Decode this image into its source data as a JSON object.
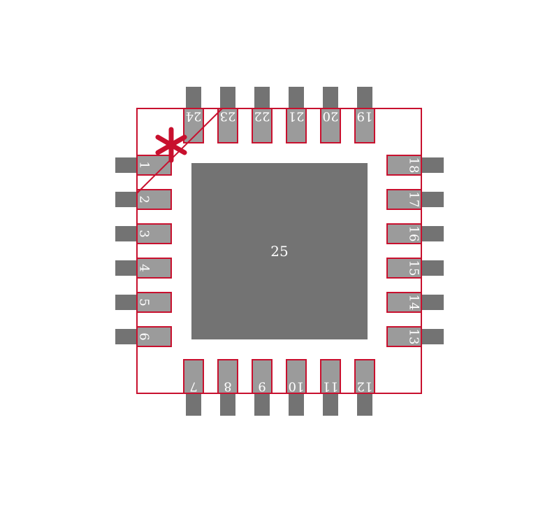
{
  "package": {
    "center_pad_label": "25",
    "pin_labels_left": [
      "1",
      "2",
      "3",
      "4",
      "5",
      "6"
    ],
    "pin_labels_bottom": [
      "7",
      "8",
      "9",
      "10",
      "11",
      "12"
    ],
    "pin_labels_right": [
      "13",
      "14",
      "15",
      "16",
      "17",
      "18"
    ],
    "pin_labels_top": [
      "19",
      "20",
      "21",
      "22",
      "23",
      "24"
    ]
  },
  "colors": {
    "background": "#ffffff",
    "outline": "#c8102e",
    "pad_dark": "#737373",
    "pad_light": "#9b9b9b",
    "text": "#ffffff"
  },
  "icons": {
    "pin1_marker": "asterisk-icon"
  }
}
